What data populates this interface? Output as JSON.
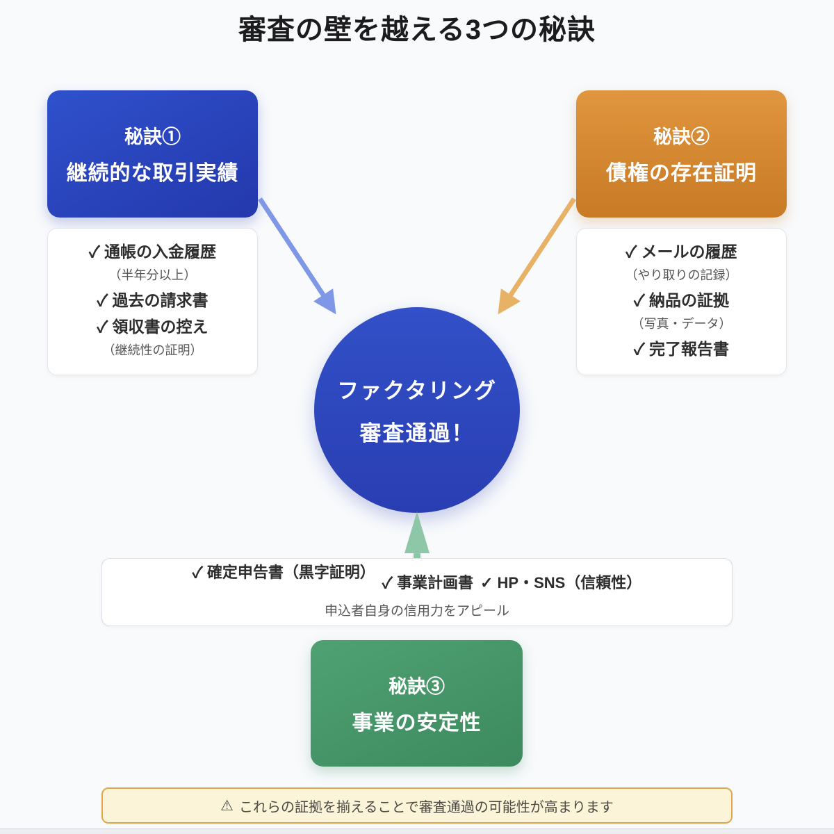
{
  "title": "審査の壁を越える3つの秘訣",
  "secret1": {
    "badge": "秘訣①",
    "label": "継続的な取引実績"
  },
  "secret2": {
    "badge": "秘訣②",
    "label": "債権の存在証明"
  },
  "secret3": {
    "badge": "秘訣③",
    "label": "事業の安定性"
  },
  "evidence1": {
    "item1": "✓ 通帳の入金履歴",
    "note1": "（半年分以上）",
    "item2": "✓ 過去の請求書",
    "item3": "✓ 領収書の控え",
    "note3": "（継続性の証明）"
  },
  "evidence2": {
    "item1": "✓ メールの履歴",
    "note1": "（やり取りの記録）",
    "item2": "✓ 納品の証拠",
    "note2": "（写真・データ）",
    "item3": "✓ 完了報告書"
  },
  "goal": {
    "line1": "ファクタリング",
    "line2": "審査通過！"
  },
  "evidence3": {
    "item1": "✓ 確定申告書（黒字証明）",
    "item2": "✓ 事業計画書",
    "item3": "✓ HP・SNS（信頼性）",
    "note": "申込者自身の信用力をアピール"
  },
  "footer": {
    "icon": "⚠",
    "text": "これらの証拠を揃えることで審査通過の可能性が高まります"
  },
  "colors": {
    "blue_box": "#2b4ac5",
    "orange_box": "#d3852e",
    "green_box": "#46976b",
    "goal_circle": "#2d47bd",
    "arrow_blue": "#7e98e7",
    "arrow_orange": "#e7b166",
    "arrow_green": "#8ec7a7",
    "banner_bg": "#fcf4d9",
    "banner_border": "#dfa64c"
  }
}
